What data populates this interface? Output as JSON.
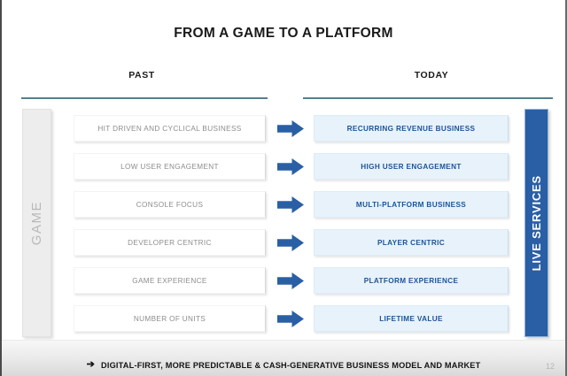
{
  "slide": {
    "title": "FROM A GAME TO A PLATFORM",
    "page_number": "12",
    "accent_blue": "#2a5fa5",
    "rule_color": "#53808f",
    "past_text_color": "#8d8d8d",
    "today_text_color": "#1e5496",
    "today_card_bg": "#e8f2fb",
    "game_bar_bg": "#ededed"
  },
  "columns": {
    "past_header": "PAST",
    "today_header": "TODAY"
  },
  "side_bars": {
    "left_label": "GAME",
    "right_label": "LIVE SERVICES"
  },
  "rows": [
    {
      "past": "HIT DRIVEN AND CYCLICAL BUSINESS",
      "today": "RECURRING REVENUE BUSINESS",
      "arrow": "right-arrow-icon"
    },
    {
      "past": "LOW USER ENGAGEMENT",
      "today": "HIGH USER ENGAGEMENT",
      "arrow": "right-arrow-icon"
    },
    {
      "past": "CONSOLE FOCUS",
      "today": "MULTI-PLATFORM BUSINESS",
      "arrow": "right-arrow-icon"
    },
    {
      "past": "DEVELOPER CENTRIC",
      "today": "PLAYER CENTRIC",
      "arrow": "right-arrow-icon"
    },
    {
      "past": "GAME EXPERIENCE",
      "today": "PLATFORM EXPERIENCE",
      "arrow": "right-arrow-icon"
    },
    {
      "past": "NUMBER OF UNITS",
      "today": "LIFETIME VALUE",
      "arrow": "right-arrow-icon"
    }
  ],
  "footer": {
    "arrow_glyph": "➔",
    "text": "DIGITAL-FIRST, MORE PREDICTABLE & CASH-GENERATIVE BUSINESS MODEL AND MARKET"
  }
}
